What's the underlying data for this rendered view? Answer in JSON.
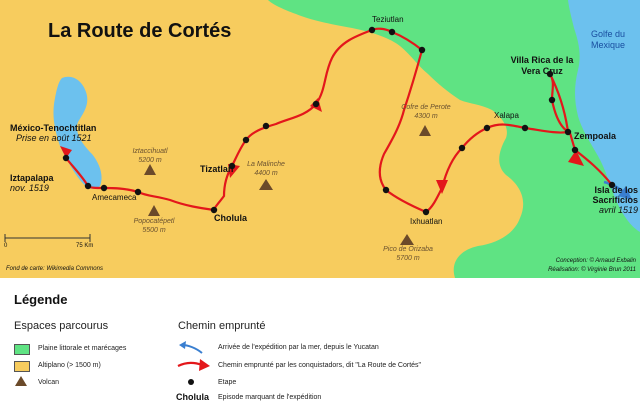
{
  "title": "La Route de Cortés",
  "colors": {
    "coastal_plain": "#5fe383",
    "altiplano": "#f7cc5e",
    "sea": "#6cc1ee",
    "route": "#e3171b",
    "arrival": "#3a7fd0",
    "volcano": "#6b4a2a",
    "stage": "#111111"
  },
  "map": {
    "places": {
      "tenochtitlan": "México-Tenochtitlan",
      "tenochtitlan_note": "Prise en août 1521",
      "iztapalapa": "Iztapalapa",
      "iztapalapa_note": "nov. 1519",
      "amecameca": "Amecameca",
      "cholula": "Cholula",
      "tizatlan": "Tizatlan",
      "teziutlan": "Teziutlan",
      "villa_rica": "Villa Rica de la",
      "villa_rica_2": "Vera Cruz",
      "zempoala": "Zempoala",
      "xalapa": "Xalapa",
      "ixhuatlan": "Ixhuatlan",
      "sacrificios": "Isla de los",
      "sacrificios_2": "Sacrificios",
      "sacrificios_note": "avril 1519"
    },
    "volcanoes": {
      "iztaccihuatl": "Iztaccihuatl",
      "iztaccihuatl_alt": "5200 m",
      "popocatepetl": "Popocatépetl",
      "popocatepetl_alt": "5500 m",
      "malinche": "La Malinche",
      "malinche_alt": "4400 m",
      "perote": "Cofre de Perote",
      "perote_alt": "4300 m",
      "orizaba": "Pico de Orizaba",
      "orizaba_alt": "5700 m"
    },
    "sea_label_1": "Golfe du",
    "sea_label_2": "Mexique",
    "scale_start": "0",
    "scale_end": "75 Km",
    "basemap_credit": "Fond de carte: Wikimedia Commons",
    "conception": "Conception: © Arnaud Exbalin",
    "realisation": "Réalisation: © Virginie Brun 2011"
  },
  "legend": {
    "title": "Légende",
    "spaces_title": "Espaces parcourus",
    "route_title": "Chemin emprunté",
    "spaces": [
      {
        "label": "Plaine littorale et marécages",
        "kind": "coastal"
      },
      {
        "label": "Altiplano (> 1500 m)",
        "kind": "altiplano"
      },
      {
        "label": "Volcan",
        "kind": "volcano"
      }
    ],
    "route_items": {
      "arrival": "Arrivée de l'expédition par la mer, depuis le Yucatan",
      "route": "Chemin emprunté par les conquistadors, dit \"La Route de Cortés\"",
      "stage": "Etape",
      "key_example": "Cholula",
      "key_text": "Episode marquant de l'expédition"
    }
  }
}
